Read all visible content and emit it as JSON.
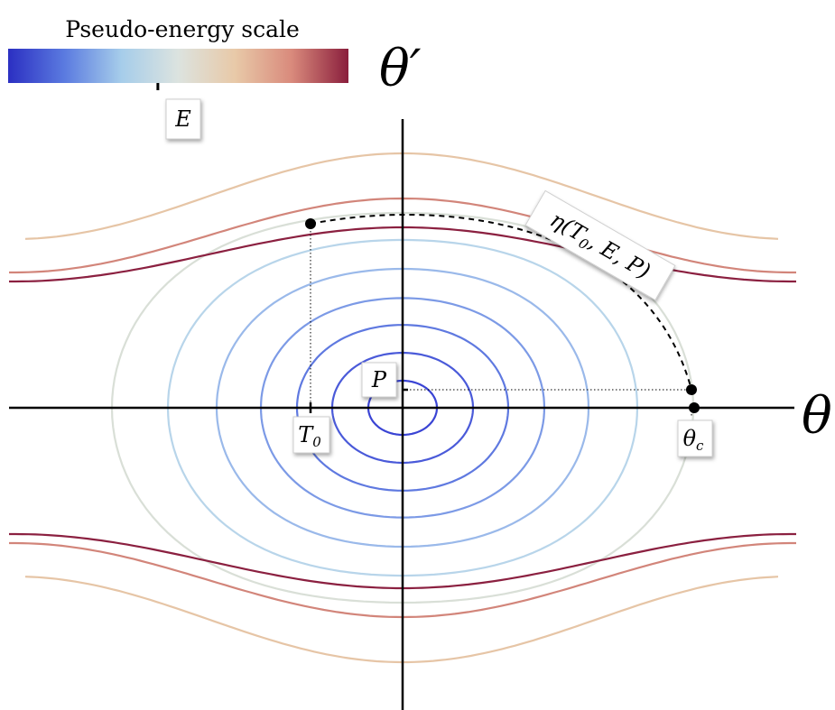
{
  "colorbar": {
    "title": "Pseudo-energy scale",
    "marker_label": "E",
    "marker_position": 0.44,
    "gradient_stops": [
      "#2b2fc2",
      "#5b7be0",
      "#a6cdea",
      "#dce3df",
      "#e8c9a8",
      "#d98a7c",
      "#8a1e3c"
    ]
  },
  "axes": {
    "horizontal_label": "θ",
    "vertical_label": "θ′"
  },
  "annotations": {
    "period_label": "P",
    "t0_label": "T",
    "t0_subscript": "0",
    "theta_c_label": "θ",
    "theta_c_subscript": "c",
    "curve_label_prefix": "η(T",
    "curve_label_subscript": "0",
    "curve_label_suffix": ", E, P)"
  },
  "orbits": {
    "closed_colors": [
      "#3a44d4",
      "#4a5ad9",
      "#5f79e0",
      "#7c9ae6",
      "#9ab9ea",
      "#b8d5ea",
      "#d9dfd7"
    ],
    "open_colors": [
      "#e6c5a6",
      "#d2857a",
      "#8b2040"
    ]
  }
}
